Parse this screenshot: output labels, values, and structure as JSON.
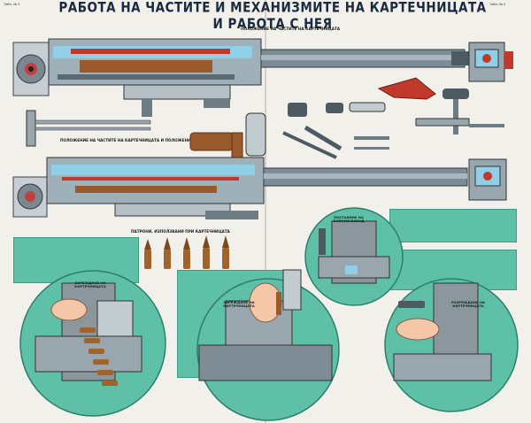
{
  "header": {
    "title": "РАБОТА НА ЧАСТИТЕ И МЕХАНИЗМИТЕ НА КАРТЕЧНИЦАТА И РАБОТА С НЕЯ",
    "plate_left": "Табл. № 5",
    "plate_right": "Табл. № 5"
  },
  "sections": {
    "top_gun": "ПОЛОЖЕНИЕ НА ЧАСТИТЕ НА КАРТЕЧНИЦАТА",
    "mid_gun": "ПОЛОЖЕНИЕ НА ЧАСТИТЕ НА КАРТЕЧНИЦАТА И ПОЛОЖЕНИЕ НА ЛЕНТАТА",
    "cartridges": "ПАТРОНИ, ИЗПОЛЗВАНИ ПРИ КАРТЕЧНИЦАТА"
  },
  "callouts": {
    "belt_load": "ЗАРЕЖДАНЕ НА КАРТЕЧНИЦАТА",
    "magazine_load": "ЗАРЕЖДАНЕ НА КАРТЕЧНИЦАТА",
    "cock": "ПОСТАВЯНЕ НА БОЙНИЯ ВЗВОД",
    "unload": "РАЗРЕЖДАНЕ НА КАРТЕЧНИЦАТА"
  },
  "colors": {
    "panel_green": "#5ec0a6",
    "steel": "#9aa6ad",
    "steel_dark": "#4e5a62",
    "cutaway_blue": "#8fd0e8",
    "spring_red": "#c0392b",
    "bolt_brown": "#9a5a2c",
    "text_dark": "#1a2a40"
  }
}
